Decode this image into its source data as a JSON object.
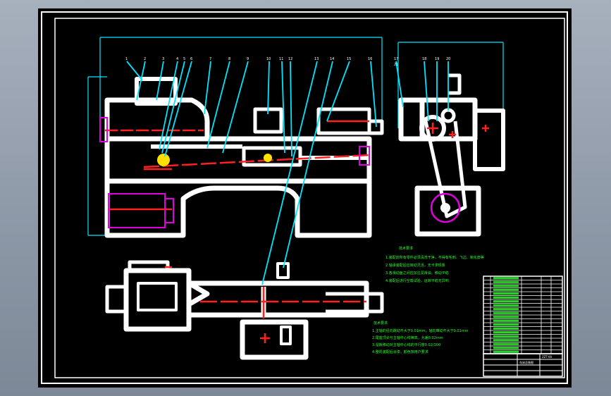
{
  "drawing": {
    "background": "#000000",
    "line_color": "#ffffff",
    "leader_color": "#00e5ff",
    "shaft_color": "#ff2020",
    "part_color": "#e000e0",
    "note_color": "#2cff2c",
    "accent_color": "#ffe000"
  },
  "front_view": {
    "balloons": [
      "1",
      "2",
      "3",
      "4",
      "5",
      "6",
      "7",
      "8",
      "9",
      "10",
      "11",
      "12",
      "13",
      "14",
      "15",
      "16",
      "17"
    ]
  },
  "side_view": {
    "balloons": [
      "21",
      "18",
      "19",
      "20"
    ]
  },
  "notes_block_1": {
    "title": "技术要求",
    "lines": [
      "1.装配前所有零件必须清洗干净，不得有毛刺、飞边、氧化皮等",
      "2.轴承装配后应转动灵活，无卡滞现象",
      "3.各滑动面之间应加注润滑油，移动平稳",
      "4.装配后进行空载试验，运转平稳无异响"
    ]
  },
  "notes_block_2": {
    "title": "技术要求",
    "lines": [
      "1.主轴的径向跳动不大于0.01mm，轴向窜动不大于0.01mm",
      "2.尾座顶尖与主轴中心线等高，允差0.02mm",
      "3.溜板移动对主轴中心线的平行度0.02/300",
      "4.整机装配后涂漆，颜色按用户要求"
    ]
  },
  "parts_list_rows": 20,
  "title_block": {
    "title": "车床总装图",
    "code": "ZZT-00"
  }
}
